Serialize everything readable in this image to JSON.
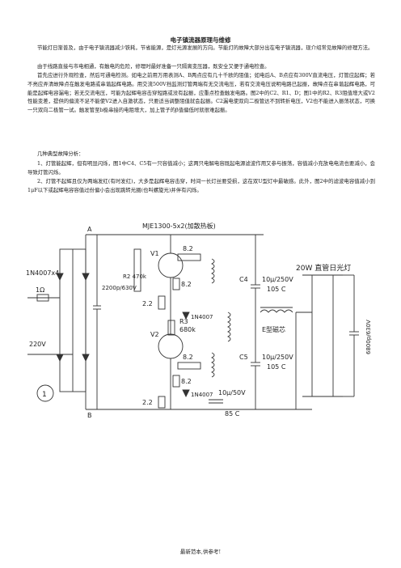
{
  "title": "电子镇流器原理与维修",
  "intro": "节能灯日渐普及，由于电子镇流器减少铁耗，节省能源，是灯光源发展的方向。节能灯的故障大部分出在电子镇流器，现介绍常见故障的修理方法。",
  "p1": "由于线路直接与市电相通，有触电的危险，修理时最好准备一只隔离变压器，既安全又便于通电检查。",
  "p2": "首先应进行外观检查，然后可通电检测。如电之前用万用表测A、B两点应有几十千欧的阻值；如电后A、B点应有300V直流电压，灯管应起辉；若不亮应弄清故障点在触发电路或串谐起辉电路。用交流500V挡监测灯管两端有无交流电压，若有交流电压说明电路已起振，故障点在串谐起辉电路，可能是起辉电容漏电；若无交流电压，可能为起辉电容击穿短路或没有起振，应重点检查触发电路。图2中的C2、R1、D；图1中的R2、R3阻值增大或V2性能变差，提供的偏流不足不能使V2进入自激状态，只要适当调整阻值就会起振。C2漏电使双向二极管达不到转折电压，V2也不能进入振荡状态，可换一只双向二极管一试。触发管至b极串接的电阻增大，加上管子的β值偏低时就很难起振。",
  "p3": "几种典型故障分析：",
  "p4": "1、灯管能起辉，但有明显闪烁，图1中C4、C5有一只容值减小；这两只电解电容既起电源滤波作用又参与振荡，容值减小充放电电流也要减小，会导致灯管闪烁。",
  "p5": "2、灯管不起辉且仅为两端发红(有时发红)，大多是起辉电容击穿，时间一长灯丝要受损，这在双U型灯中最敏感。此外，图2中的滤波电容值减小到1μF以下或起辉电容容值过份偏小会出现跳转光圈(也叫螺旋光)并伴有闪烁。",
  "circuit": {
    "transistor_label": "MJE1300-5x2(加散热板)",
    "node_a": "A",
    "node_b": "B",
    "diodes": "1N4007x4",
    "r_input": "1Ω",
    "mains": "220V",
    "figure_no": "1",
    "cap_filter": "2200p/630V",
    "r2": "R2 470k",
    "v1": "V1",
    "v2": "V2",
    "r_82_a": "8.2",
    "r_82_b": "8.2",
    "r_82_c": "8.2",
    "r_82_d": "8.2",
    "r_22_a": "2.2",
    "r_22_b": "2.2",
    "d_a": "1N4007",
    "d_b": "1N4007",
    "r3": "R3",
    "r3_val": "680k",
    "c4": "C4",
    "c4_val_1": "10μ/250V",
    "c4_val_2": "105 C",
    "c5": "C5",
    "c5_val_1": "10μ/250V",
    "c5_val_2": "105 C",
    "e_core": "E型磁芯",
    "lamp": "20W 直管日光灯",
    "cap_lamp": "6800p/630V",
    "cap_bottom_1": "10μ/50V",
    "cap_bottom_2": "85 C"
  },
  "footer": "最新范本,供参考!"
}
